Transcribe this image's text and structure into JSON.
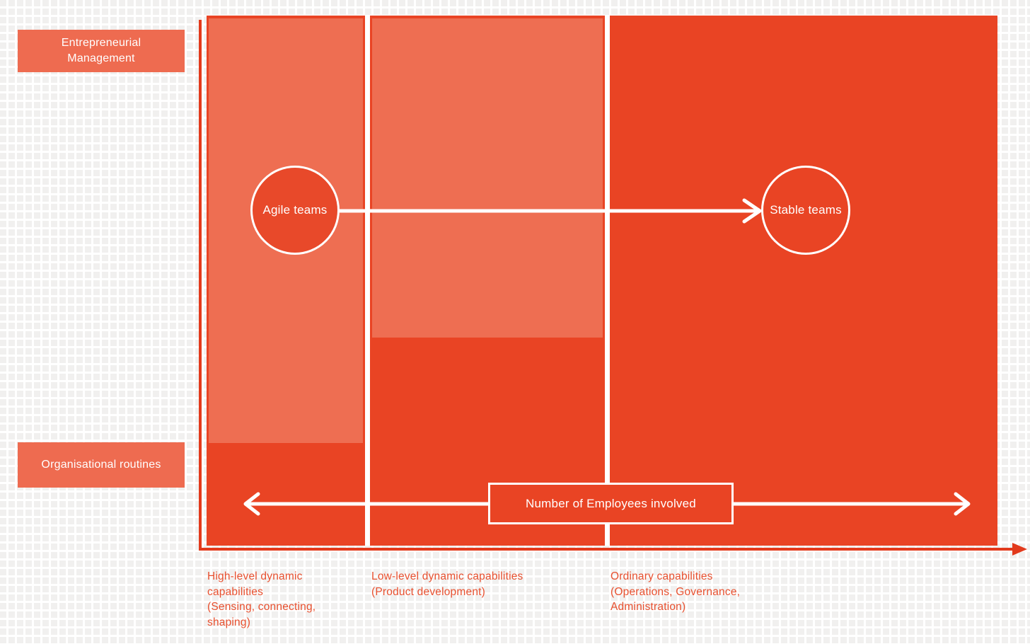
{
  "diagram": {
    "y_axis": {
      "top_label": "Entrepreneurial\nManagement",
      "bottom_label": "Organisational routines"
    },
    "x_axis": {
      "banner": "Number of Employees involved",
      "categories": [
        {
          "label": "High-level dynamic\ncapabilities\n(Sensing, connecting,\nshaping)"
        },
        {
          "label": "Low-level dynamic capabilities\n(Product development)"
        },
        {
          "label": "Ordinary capabilities\n(Operations, Governance,\nAdministration)"
        }
      ]
    },
    "nodes": [
      {
        "id": "agile",
        "label": "Agile teams"
      },
      {
        "id": "stable",
        "label": "Stable teams"
      }
    ],
    "flow": {
      "from": "Agile teams",
      "to": "Stable teams"
    }
  },
  "colors": {
    "salmon": "#ee6e52",
    "dark": "#e94424",
    "axis": "#e23a1c",
    "circle-fill": "#e8492a",
    "label-box": "#ee6b50",
    "text-red": "#e8502f",
    "grid-cell": "#f1f0ef"
  }
}
